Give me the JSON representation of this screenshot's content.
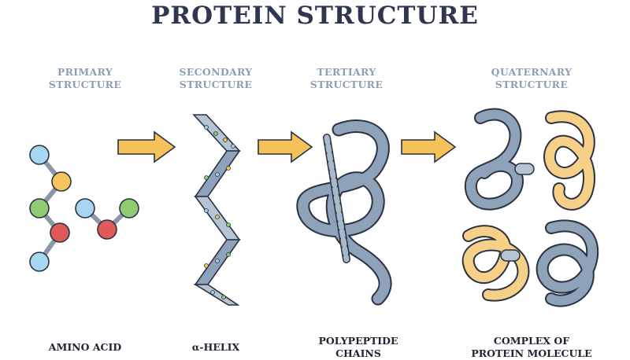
{
  "title": "PROTEIN STRUCTURE",
  "stages": [
    {
      "label_line1": "PRIMARY",
      "label_line2": "STRUCTURE",
      "caption_line1": "AMINO ACID",
      "caption_line2": ""
    },
    {
      "label_line1": "SECONDARY",
      "label_line2": "STRUCTURE",
      "caption_line1": "α-HELIX",
      "caption_line2": ""
    },
    {
      "label_line1": "TERTIARY",
      "label_line2": "STRUCTURE",
      "caption_line1": "POLYPEPTIDE",
      "caption_line2": "CHAINS"
    },
    {
      "label_line1": "QUATERNARY",
      "label_line2": "STRUCTURE",
      "caption_line1": "COMPLEX OF",
      "caption_line2": "PROTEIN MOLECULE"
    }
  ],
  "colors": {
    "title": "#2e3650",
    "label": "#8e9fb2",
    "arrow": "#f5c25a",
    "protein_blue": "#8ea3ba",
    "protein_yellow": "#f6d089",
    "outline": "#2b3242",
    "bead_blue": "#9fd0ef",
    "bead_yellow": "#f6c45c",
    "bead_green": "#8fcb72",
    "bead_red": "#e05a5a"
  }
}
